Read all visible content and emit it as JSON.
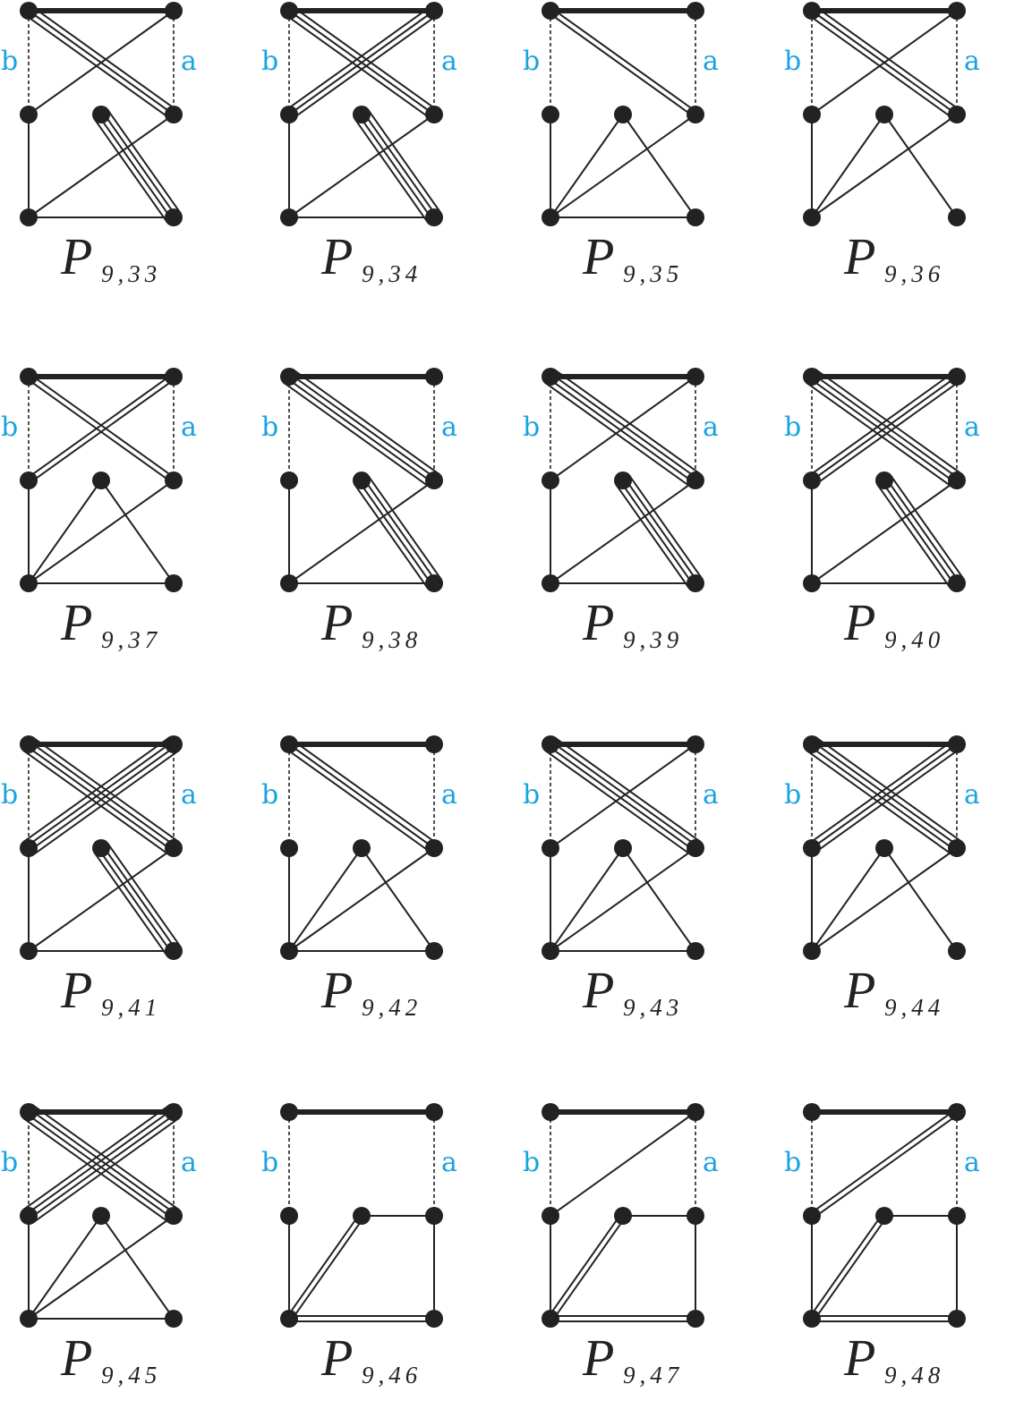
{
  "label_color": "#1aa3e0",
  "ink_color": "#222222",
  "graphs": [
    {
      "title": "P",
      "sub": "9,33",
      "left_label": "b",
      "right_label": "a",
      "edges": [
        [
          "TL",
          "TR",
          0
        ],
        [
          "TL",
          "MR",
          3
        ],
        [
          "TR",
          "ML",
          1
        ],
        [
          "ML",
          "BL",
          1
        ],
        [
          "BL",
          "BR",
          1
        ],
        [
          "BL",
          "MR",
          1
        ],
        [
          "MC",
          "BR",
          4
        ]
      ]
    },
    {
      "title": "P",
      "sub": "9,34",
      "left_label": "b",
      "right_label": "a",
      "edges": [
        [
          "TL",
          "TR",
          0
        ],
        [
          "TL",
          "MR",
          3
        ],
        [
          "TR",
          "ML",
          3
        ],
        [
          "ML",
          "BL",
          1
        ],
        [
          "BL",
          "BR",
          1
        ],
        [
          "BL",
          "MR",
          1
        ],
        [
          "MC",
          "BR",
          4
        ]
      ]
    },
    {
      "title": "P",
      "sub": "9,35",
      "left_label": "b",
      "right_label": "a",
      "edges": [
        [
          "TL",
          "TR",
          0
        ],
        [
          "TL",
          "MR",
          2
        ],
        [
          "ML",
          "BL",
          1
        ],
        [
          "BL",
          "BR",
          1
        ],
        [
          "BL",
          "MR",
          1
        ],
        [
          "BL",
          "MC",
          1
        ],
        [
          "MC",
          "BR",
          1
        ]
      ]
    },
    {
      "title": "P",
      "sub": "9,36",
      "left_label": "b",
      "right_label": "a",
      "edges": [
        [
          "TL",
          "TR",
          0
        ],
        [
          "TL",
          "MR",
          3
        ],
        [
          "TR",
          "ML",
          1
        ],
        [
          "ML",
          "BL",
          1
        ],
        [
          "BL",
          "MR",
          1
        ],
        [
          "BL",
          "MC",
          1
        ],
        [
          "MC",
          "BR",
          1
        ]
      ]
    },
    {
      "title": "P",
      "sub": "9,37",
      "left_label": "b",
      "right_label": "a",
      "edges": [
        [
          "TL",
          "TR",
          0
        ],
        [
          "TL",
          "MR",
          2
        ],
        [
          "TR",
          "ML",
          2
        ],
        [
          "ML",
          "BL",
          1
        ],
        [
          "BL",
          "BR",
          1
        ],
        [
          "BL",
          "MR",
          1
        ],
        [
          "BL",
          "MC",
          1
        ],
        [
          "MC",
          "BR",
          1
        ]
      ]
    },
    {
      "title": "P",
      "sub": "9,38",
      "left_label": "b",
      "right_label": "a",
      "edges": [
        [
          "TL",
          "TR",
          0
        ],
        [
          "TL",
          "MR",
          4
        ],
        [
          "ML",
          "BL",
          1
        ],
        [
          "BL",
          "BR",
          1
        ],
        [
          "BL",
          "MR",
          1
        ],
        [
          "MC",
          "BR",
          4
        ]
      ]
    },
    {
      "title": "P",
      "sub": "9,39",
      "left_label": "b",
      "right_label": "a",
      "edges": [
        [
          "TL",
          "TR",
          0
        ],
        [
          "TL",
          "MR",
          4
        ],
        [
          "TR",
          "ML",
          1
        ],
        [
          "ML",
          "BL",
          1
        ],
        [
          "BL",
          "BR",
          1
        ],
        [
          "BL",
          "MR",
          1
        ],
        [
          "MC",
          "BR",
          4
        ]
      ]
    },
    {
      "title": "P",
      "sub": "9,40",
      "left_label": "b",
      "right_label": "a",
      "edges": [
        [
          "TL",
          "TR",
          0
        ],
        [
          "TL",
          "MR",
          4
        ],
        [
          "TR",
          "ML",
          3
        ],
        [
          "ML",
          "BL",
          1
        ],
        [
          "BL",
          "BR",
          1
        ],
        [
          "BL",
          "MR",
          1
        ],
        [
          "MC",
          "BR",
          4
        ]
      ]
    },
    {
      "title": "P",
      "sub": "9,41",
      "left_label": "b",
      "right_label": "a",
      "edges": [
        [
          "TL",
          "TR",
          0
        ],
        [
          "TL",
          "MR",
          4
        ],
        [
          "TR",
          "ML",
          4
        ],
        [
          "ML",
          "BL",
          1
        ],
        [
          "BL",
          "BR",
          1
        ],
        [
          "BL",
          "MR",
          1
        ],
        [
          "MC",
          "BR",
          4
        ]
      ]
    },
    {
      "title": "P",
      "sub": "9,42",
      "left_label": "b",
      "right_label": "a",
      "edges": [
        [
          "TL",
          "TR",
          0
        ],
        [
          "TL",
          "MR",
          3
        ],
        [
          "ML",
          "BL",
          1
        ],
        [
          "BL",
          "BR",
          1
        ],
        [
          "BL",
          "MR",
          1
        ],
        [
          "BL",
          "MC",
          1
        ],
        [
          "MC",
          "BR",
          1
        ]
      ]
    },
    {
      "title": "P",
      "sub": "9,43",
      "left_label": "b",
      "right_label": "a",
      "edges": [
        [
          "TL",
          "TR",
          0
        ],
        [
          "TL",
          "MR",
          4
        ],
        [
          "TR",
          "ML",
          1
        ],
        [
          "ML",
          "BL",
          1
        ],
        [
          "BL",
          "BR",
          1
        ],
        [
          "BL",
          "MR",
          1
        ],
        [
          "BL",
          "MC",
          1
        ],
        [
          "MC",
          "BR",
          1
        ]
      ]
    },
    {
      "title": "P",
      "sub": "9,44",
      "left_label": "b",
      "right_label": "a",
      "edges": [
        [
          "TL",
          "TR",
          0
        ],
        [
          "TL",
          "MR",
          4
        ],
        [
          "TR",
          "ML",
          3
        ],
        [
          "ML",
          "BL",
          1
        ],
        [
          "BL",
          "MR",
          1
        ],
        [
          "BL",
          "MC",
          1
        ],
        [
          "MC",
          "BR",
          1
        ]
      ]
    },
    {
      "title": "P",
      "sub": "9,45",
      "left_label": "b",
      "right_label": "a",
      "edges": [
        [
          "TL",
          "TR",
          0
        ],
        [
          "TL",
          "MR",
          4
        ],
        [
          "TR",
          "ML",
          4
        ],
        [
          "ML",
          "BL",
          1
        ],
        [
          "BL",
          "BR",
          1
        ],
        [
          "BL",
          "MR",
          1
        ],
        [
          "BL",
          "MC",
          1
        ],
        [
          "MC",
          "BR",
          1
        ]
      ]
    },
    {
      "title": "P",
      "sub": "9,46",
      "left_label": "b",
      "right_label": "a",
      "edges": [
        [
          "TL",
          "TR",
          0
        ],
        [
          "ML",
          "BL",
          1
        ],
        [
          "BL",
          "BR",
          2
        ],
        [
          "BL",
          "MC",
          2
        ],
        [
          "MC",
          "MR",
          1
        ],
        [
          "MR",
          "BR",
          1
        ]
      ]
    },
    {
      "title": "P",
      "sub": "9,47",
      "left_label": "b",
      "right_label": "a",
      "edges": [
        [
          "TL",
          "TR",
          0
        ],
        [
          "TR",
          "ML",
          1
        ],
        [
          "ML",
          "BL",
          1
        ],
        [
          "BL",
          "BR",
          2
        ],
        [
          "BL",
          "MC",
          2
        ],
        [
          "MC",
          "MR",
          1
        ],
        [
          "MR",
          "BR",
          1
        ]
      ]
    },
    {
      "title": "P",
      "sub": "9,48",
      "left_label": "b",
      "right_label": "a",
      "edges": [
        [
          "TL",
          "TR",
          0
        ],
        [
          "TR",
          "ML",
          2
        ],
        [
          "ML",
          "BL",
          1
        ],
        [
          "BL",
          "BR",
          2
        ],
        [
          "BL",
          "MC",
          2
        ],
        [
          "MC",
          "MR",
          1
        ],
        [
          "MR",
          "BR",
          1
        ]
      ]
    }
  ]
}
